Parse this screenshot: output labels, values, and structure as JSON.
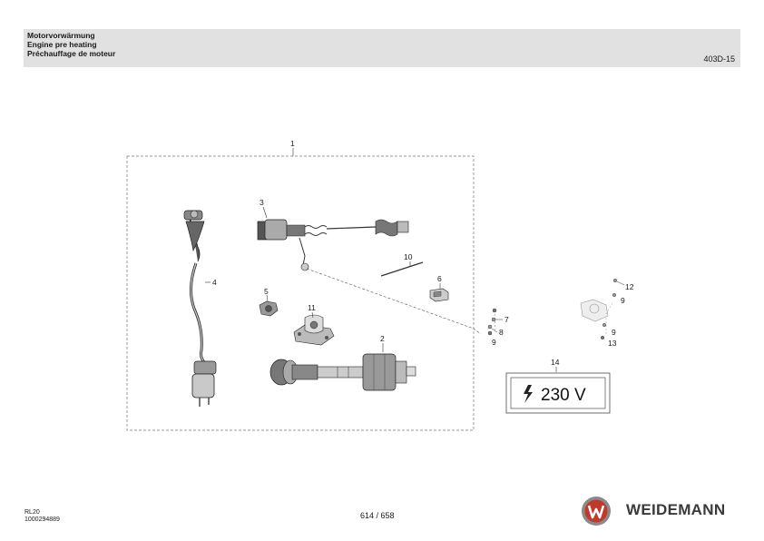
{
  "header": {
    "title_de": "Motorvorwärmung",
    "title_en": "Engine pre heating",
    "title_fr": "Préchauffage de moteur",
    "code": "403D-15"
  },
  "callouts": {
    "c1": "1",
    "c2": "2",
    "c3": "3",
    "c4": "4",
    "c5": "5",
    "c6": "6",
    "c7": "7",
    "c8": "8",
    "c9a": "9",
    "c9b": "9",
    "c9c": "9",
    "c10": "10",
    "c11": "11",
    "c12": "12",
    "c13": "13",
    "c14": "14"
  },
  "voltage_label": "230 V",
  "footer": {
    "model": "RL20",
    "part_number": "1000294889",
    "page": "614 / 658",
    "brand": "WEIDEMANN"
  },
  "colors": {
    "header_bg": "#e1e1e1",
    "logo_red": "#c0392b",
    "line": "#333333"
  }
}
